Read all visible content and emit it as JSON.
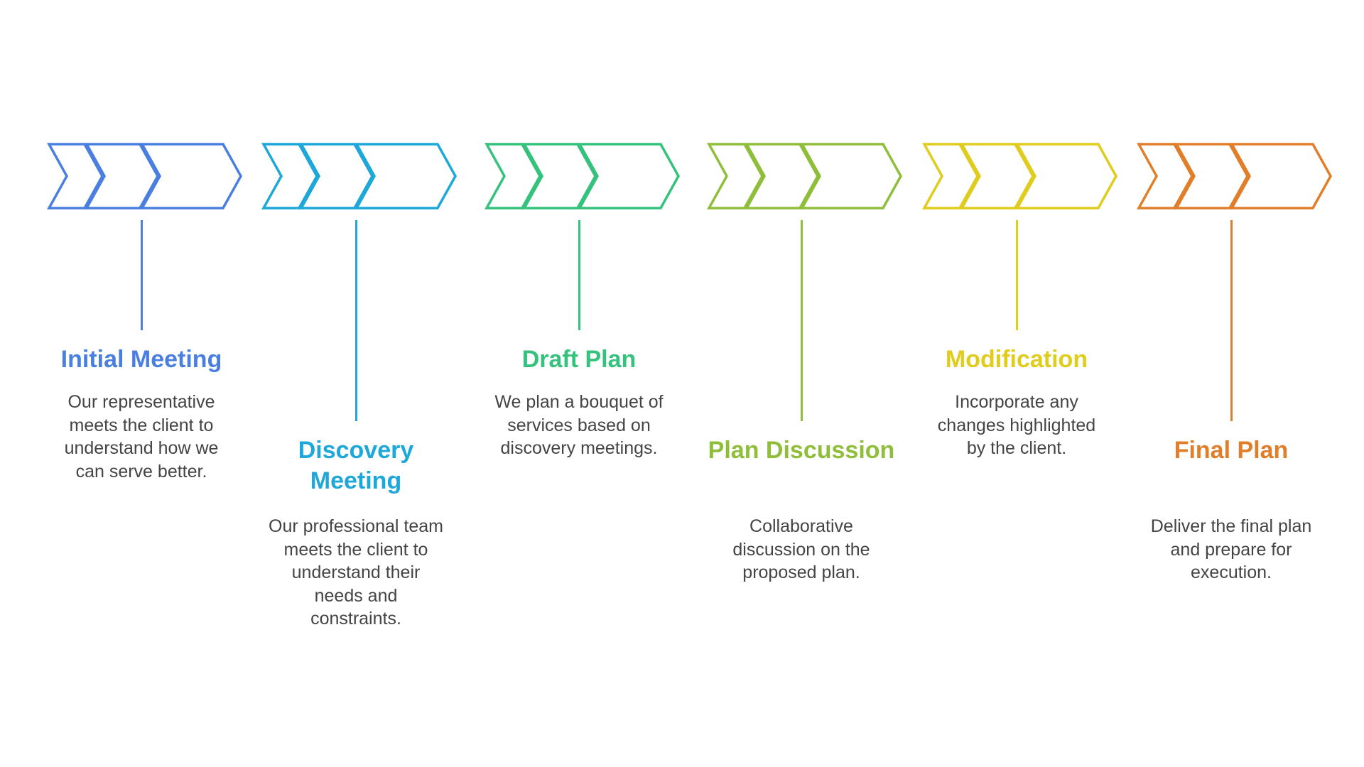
{
  "stages": [
    {
      "title": "Initial Meeting",
      "description": "Our representative meets the client to understand how we can serve better.",
      "color": "#4A7FE0"
    },
    {
      "title": "Discovery Meeting",
      "description": "Our professional team meets the client to understand their needs and constraints.",
      "color": "#1EA7D9"
    },
    {
      "title": "Draft Plan",
      "description": "We plan a bouquet of services based on discovery meetings.",
      "color": "#35C27D"
    },
    {
      "title": "Plan Discussion",
      "description": "Collaborative discussion on the proposed plan.",
      "color": "#8FBE3A"
    },
    {
      "title": "Modification",
      "description": "Incorporate any changes highlighted by the client.",
      "color": "#E0CC1C"
    },
    {
      "title": "Final Plan",
      "description": "Deliver the final plan and prepare for execution.",
      "color": "#E07E2A"
    }
  ]
}
